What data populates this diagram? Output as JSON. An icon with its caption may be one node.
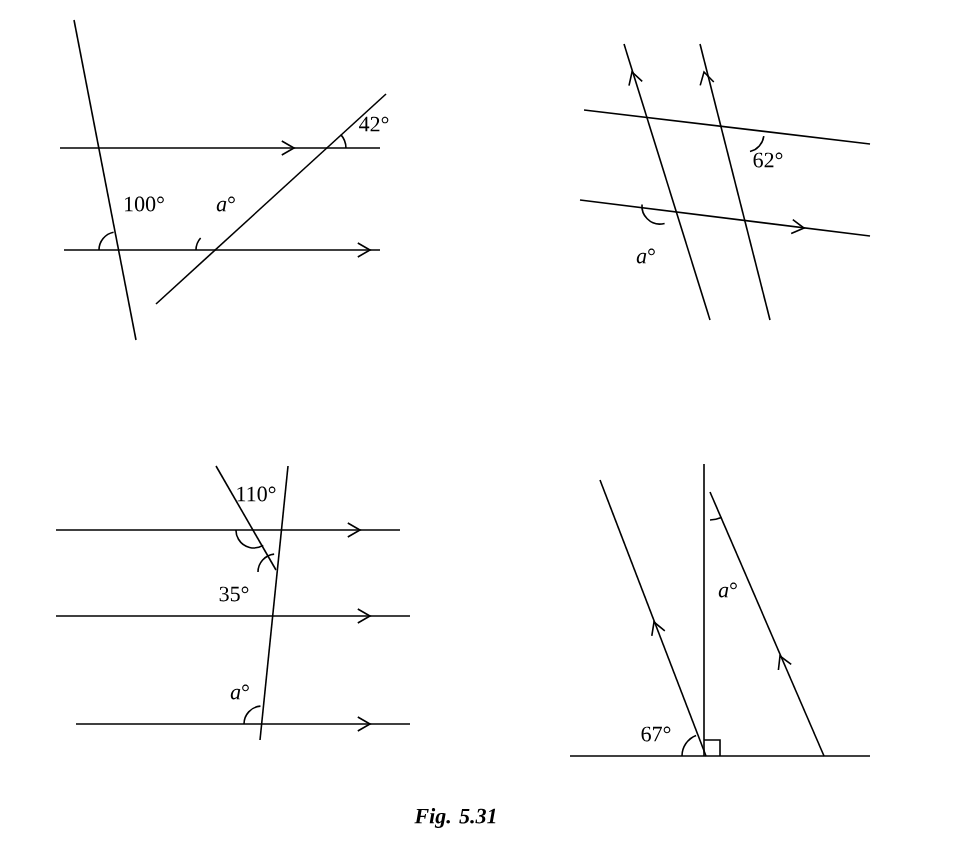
{
  "diagram": {
    "caption": "Fig. 5.31",
    "labels": [
      "42°",
      "100°",
      "*a*°",
      "62°",
      "*a*°",
      "110°",
      "35°",
      "*a*°",
      "*a*°",
      "67°"
    ]
  }
}
